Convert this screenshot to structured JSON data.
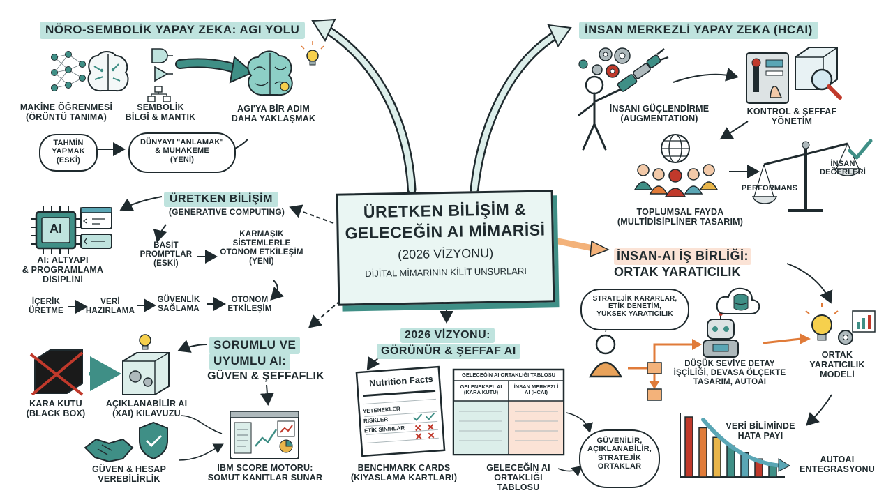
{
  "center": {
    "title_line1": "ÜRETKEN BİLİŞİM &",
    "title_line2": "GELECEĞİN AI MİMARİSİ",
    "subtitle": "(2026 VİZYONU)",
    "caption": "DİJİTAL MİMARİNİN KİLİT UNSURLARI"
  },
  "neuro": {
    "title": "NÖRO-SEMBOLİK YAPAY ZEKA: AGI YOLU",
    "ml_label": "MAKİNE ÖĞRENMESİ\n(ÖRÜNTÜ TANIMA)",
    "symbolic_label": "SEMBOLİK\nBİLGİ & MANTIK",
    "agi_label": "AGI'YA BİR ADIM\nDAHA YAKLAŞMAK",
    "old_label": "TAHMİN\nYAPMAK\n(ESKİ)",
    "new_label": "DÜNYAYI \"ANLAMAK\"\n& MUHAKEME\n(YENİ)"
  },
  "hcai": {
    "title": "İNSAN MERKEZLİ YAPAY ZEKA (HCAI)",
    "augment_label": "İNSANI GÜÇLENDİRME\n(AUGMENTATION)",
    "control_label": "KONTROL & ŞEFFAF\nYÖNETİM",
    "benefit_label": "TOPLUMSAL FAYDA\n(MULTİDİSİPLİNER TASARIM)",
    "performance_label": "PERFORMANS",
    "values_label": "İNSAN\nDEĞERLERİ"
  },
  "generative": {
    "title": "ÜRETKEN BİLİŞİM",
    "subtitle": "(GENERATIVE COMPUTING)",
    "chip_text": "AI",
    "infra_label": "AI: ALTYAPI\n& PROGRAMLAMA\nDİSİPLİNİ",
    "simple_label": "BASİT\nPROMPTLAR\n(ESKİ)",
    "complex_label": "KARMAŞIK\nSİSTEMLERLE\nOTONOM ETKİLEŞİM\n(YENİ)",
    "steps": [
      "İÇERİK\nÜRETME",
      "VERİ\nHAZIRLAMA",
      "GÜVENLİK\nSAĞLAMA",
      "OTONOM\nETKİLEŞİM"
    ]
  },
  "responsible": {
    "title_line1": "SORUMLU VE",
    "title_line2": "UYUMLU AI:",
    "title_line3": "GÜVEN & ŞEFFAFLIK",
    "blackbox_label": "KARA KUTU\n(BLACK BOX)",
    "xai_label": "AÇIKLANABİLİR AI\n(XAI) KILAVUZU",
    "trust_label": "GÜVEN & HESAP\nVEREBİLİRLİK",
    "score_label": "IBM SCORE MOTORU:\nSOMUT KANITLAR SUNAR"
  },
  "vision": {
    "title_line1": "2026 VİZYONU:",
    "title_line2": "GÖRÜNÜR & ŞEFFAF AI",
    "card_title": "Nutrition Facts",
    "card_rows": [
      "YETENEKLER",
      "RİSKLER",
      "ETİK SINIRLAR"
    ],
    "table_title": "GELECEĞİN AI ORTAKLIĞI TABLOSU",
    "table_col1": "GELENEKSEL AI\n(KARA KUTU)",
    "table_col2": "İNSAN MERKEZLİ\nAI (HCAI)",
    "benchmark_label": "BENCHMARK CARDS\n(KIYASLAMA KARTLARI)",
    "partnership_label": "GELECEĞİN AI\nORTAKLIĞI TABLOSU",
    "partners_label": "GÜVENİLİR,\nAÇIKLANABİLİR,\nSTRATEJİK\nORTAKLAR"
  },
  "collab": {
    "title_line1": "İNSAN-AI İŞ BİRLİĞİ:",
    "title_line2": "ORTAK YARATICILIK",
    "human_bubble": "STRATEJİK KARARLAR,\nETİK DENETİM,\nYÜKSEK YARATICILIK",
    "ai_label": "DÜŞÜK SEVİYE DETAY\nİŞÇİLİĞİ, DEVASA ÖLÇEKTE\nTASARIM, AUTOAI",
    "model_label": "ORTAK\nYARATICILIK\nMODELİ",
    "error_label": "VERİ BİLİMİNDE\nHATA PAYI",
    "autoai_label": "AUTOAI\nENTEGRASYONU",
    "bar_values": [
      100,
      82,
      66,
      52,
      40,
      30,
      22
    ],
    "bar_colors": [
      "#c0392b",
      "#e07b39",
      "#e8b54a",
      "#3f8f86",
      "#5aa6b5",
      "#c0392b",
      "#3f8f86"
    ]
  }
}
